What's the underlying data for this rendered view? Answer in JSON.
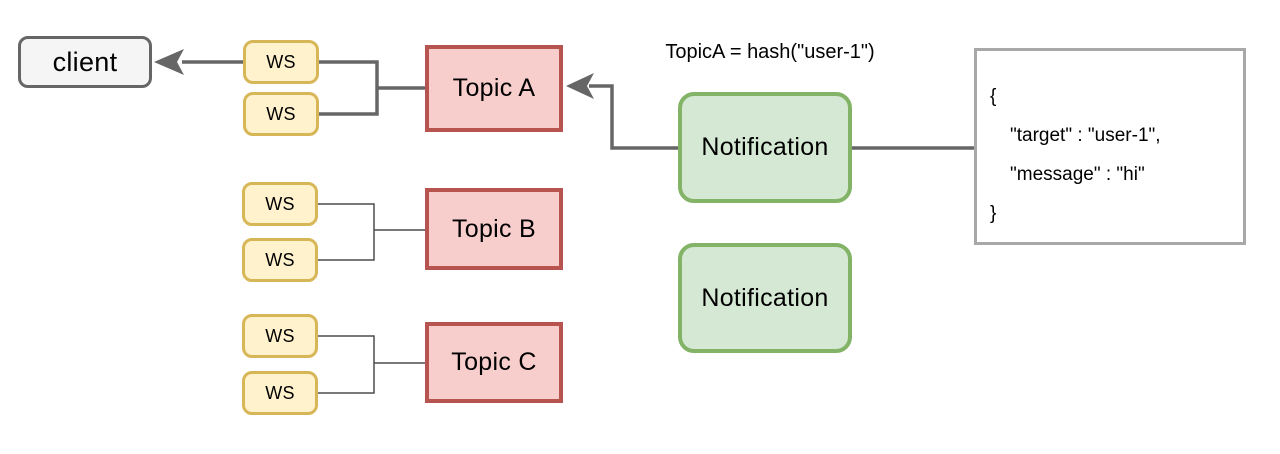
{
  "diagram": {
    "title_annotation": "TopicA = hash(\"user-1\")",
    "nodes": {
      "client": {
        "label": "client"
      },
      "ws": {
        "label": "WS"
      },
      "topic_a": {
        "label": "Topic A"
      },
      "topic_b": {
        "label": "Topic B"
      },
      "topic_c": {
        "label": "Topic C"
      },
      "notification_top": {
        "label": "Notification"
      },
      "notification_bottom": {
        "label": "Notification"
      },
      "json_payload": {
        "lines": [
          "{",
          "\"target\" : \"user-1\",",
          "\"message\" : \"hi\"",
          "}"
        ]
      }
    },
    "colors": {
      "ws_fill": "#FFF2CC",
      "ws_stroke": "#D6B656",
      "topic_fill": "#F8CECC",
      "topic_stroke": "#B85450",
      "notification_fill": "#D5E8D4",
      "notification_stroke": "#82B366",
      "client_fill": "#F5F5F5",
      "client_stroke": "#666666",
      "payload_stroke": "#A8A8A8",
      "connector_thick": "#666666",
      "connector_thin": "#4D4D4D",
      "text": "#000000"
    }
  }
}
